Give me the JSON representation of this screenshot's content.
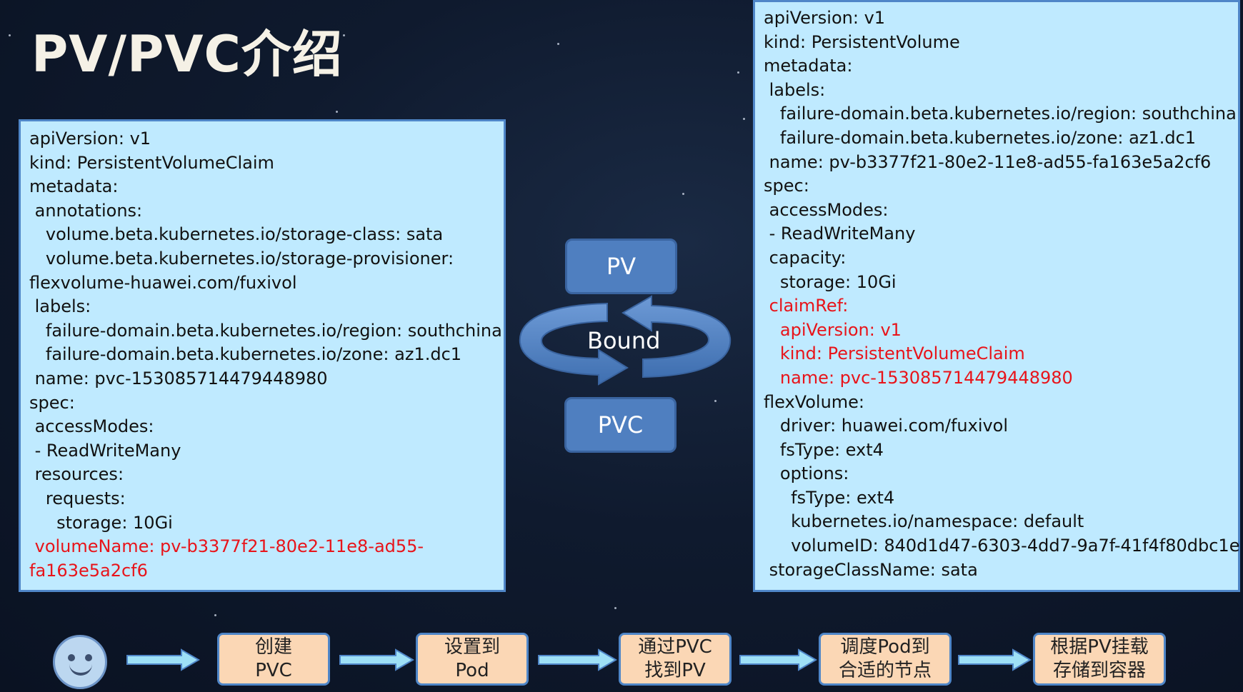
{
  "title": "PV/PVC介绍",
  "pvc_yaml": [
    {
      "text": "apiVersion: v1",
      "red": false
    },
    {
      "text": "kind: PersistentVolumeClaim",
      "red": false
    },
    {
      "text": "metadata:",
      "red": false
    },
    {
      "text": " annotations:",
      "red": false
    },
    {
      "text": "   volume.beta.kubernetes.io/storage-class: sata",
      "red": false
    },
    {
      "text": "   volume.beta.kubernetes.io/storage-provisioner:",
      "red": false
    },
    {
      "text": "flexvolume-huawei.com/fuxivol",
      "red": false
    },
    {
      "text": " labels:",
      "red": false
    },
    {
      "text": "   failure-domain.beta.kubernetes.io/region: southchina",
      "red": false
    },
    {
      "text": "   failure-domain.beta.kubernetes.io/zone: az1.dc1",
      "red": false
    },
    {
      "text": " name: pvc-153085714479448980",
      "red": false
    },
    {
      "text": "spec:",
      "red": false
    },
    {
      "text": " accessModes:",
      "red": false
    },
    {
      "text": " - ReadWriteMany",
      "red": false
    },
    {
      "text": " resources:",
      "red": false
    },
    {
      "text": "   requests:",
      "red": false
    },
    {
      "text": "     storage: 10Gi",
      "red": false
    },
    {
      "text": " volumeName: pv-b3377f21-80e2-11e8-ad55-",
      "red": true
    },
    {
      "text": "fa163e5a2cf6",
      "red": true
    }
  ],
  "pv_yaml": [
    {
      "text": "apiVersion: v1",
      "red": false
    },
    {
      "text": "kind: PersistentVolume",
      "red": false
    },
    {
      "text": "metadata:",
      "red": false
    },
    {
      "text": " labels:",
      "red": false
    },
    {
      "text": "   failure-domain.beta.kubernetes.io/region: southchina",
      "red": false
    },
    {
      "text": "   failure-domain.beta.kubernetes.io/zone: az1.dc1",
      "red": false
    },
    {
      "text": " name: pv-b3377f21-80e2-11e8-ad55-fa163e5a2cf6",
      "red": false
    },
    {
      "text": "spec:",
      "red": false
    },
    {
      "text": " accessModes:",
      "red": false
    },
    {
      "text": " - ReadWriteMany",
      "red": false
    },
    {
      "text": " capacity:",
      "red": false
    },
    {
      "text": "   storage: 10Gi",
      "red": false
    },
    {
      "text": " claimRef:",
      "red": true
    },
    {
      "text": "   apiVersion: v1",
      "red": true
    },
    {
      "text": "   kind: PersistentVolumeClaim",
      "red": true
    },
    {
      "text": "   name: pvc-153085714479448980",
      "red": true
    },
    {
      "text": "flexVolume:",
      "red": false
    },
    {
      "text": "   driver: huawei.com/fuxivol",
      "red": false
    },
    {
      "text": "   fsType: ext4",
      "red": false
    },
    {
      "text": "   options:",
      "red": false
    },
    {
      "text": "     fsType: ext4",
      "red": false
    },
    {
      "text": "     kubernetes.io/namespace: default",
      "red": false
    },
    {
      "text": "     volumeID: 840d1d47-6303-4dd7-9a7f-41f4f80dbc1e",
      "red": false
    },
    {
      "text": " storageClassName: sata",
      "red": false
    }
  ],
  "diagram": {
    "pv_label": "PV",
    "pvc_label": "PVC",
    "bound_label": "Bound"
  },
  "flow_steps": [
    {
      "line1": "创建",
      "line2": "PVC"
    },
    {
      "line1": "设置到",
      "line2": "Pod"
    },
    {
      "line1": "通过PVC",
      "line2": "找到PV"
    },
    {
      "line1": "调度Pod到",
      "line2": "合适的节点"
    },
    {
      "line1": "根据PV挂载",
      "line2": "存储到容器"
    }
  ],
  "colors": {
    "highlight_red": "#e8141a",
    "yaml_box_bg": "#bfeaff",
    "node_blue": "#4f7fc0",
    "step_bg": "#fbd7b5"
  }
}
